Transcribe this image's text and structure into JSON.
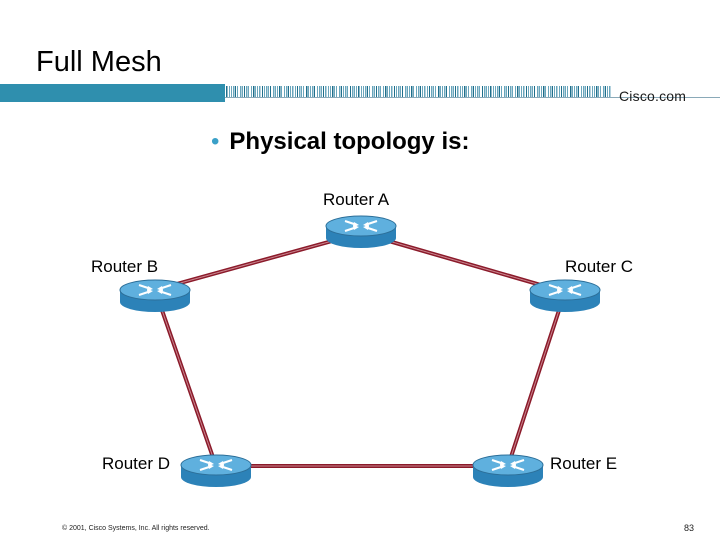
{
  "title": "Full Mesh",
  "logo": "Cisco.com",
  "bullet": "Physical topology is:",
  "routers": {
    "a": "Router A",
    "b": "Router B",
    "c": "Router C",
    "d": "Router D",
    "e": "Router E"
  },
  "footer": "© 2001, Cisco Systems, Inc. All rights reserved.",
  "page_number": "83",
  "colors": {
    "link": "#8b1a2a",
    "router_body": "#2c82b8",
    "router_top": "#5fb0de",
    "accent_band": "#2f8fae",
    "bullet": "#3aa0c8"
  },
  "icons": [
    "router-icon"
  ]
}
